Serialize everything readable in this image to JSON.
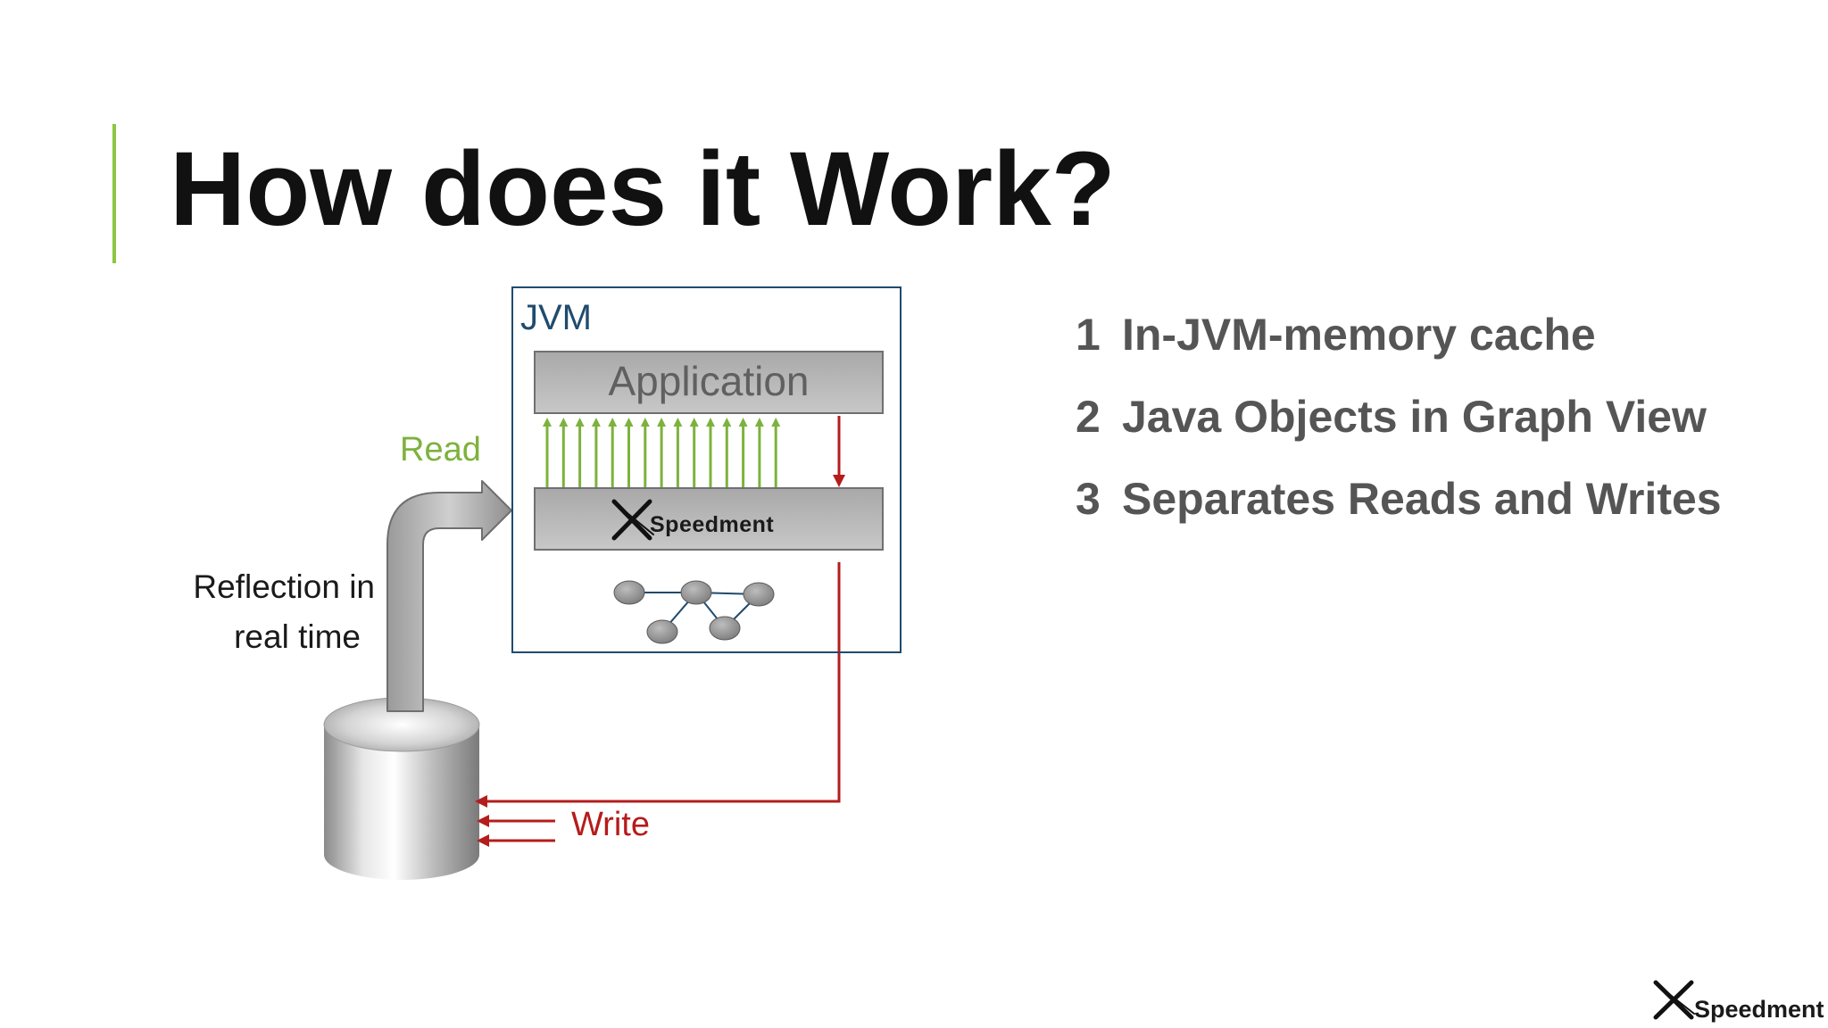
{
  "slide": {
    "title": "How does it Work?",
    "accent_color": "#8dc63f"
  },
  "diagram": {
    "jvm_label": "JVM",
    "application_label": "Application",
    "speedment_layer_label": "Speedment",
    "read_label": "Read",
    "write_label": "Write",
    "reflection_label_line1": "Reflection in",
    "reflection_label_line2": "real time",
    "read_color": "#7db23c",
    "write_color": "#b51c1c",
    "jvm_border_color": "#1f4b6e"
  },
  "features": [
    {
      "number": "1",
      "text": "In-JVM-memory cache"
    },
    {
      "number": "2",
      "text": "Java Objects in Graph View"
    },
    {
      "number": "3",
      "text": "Separates Reads and Writes"
    }
  ],
  "brand": {
    "name": "Speedment"
  }
}
